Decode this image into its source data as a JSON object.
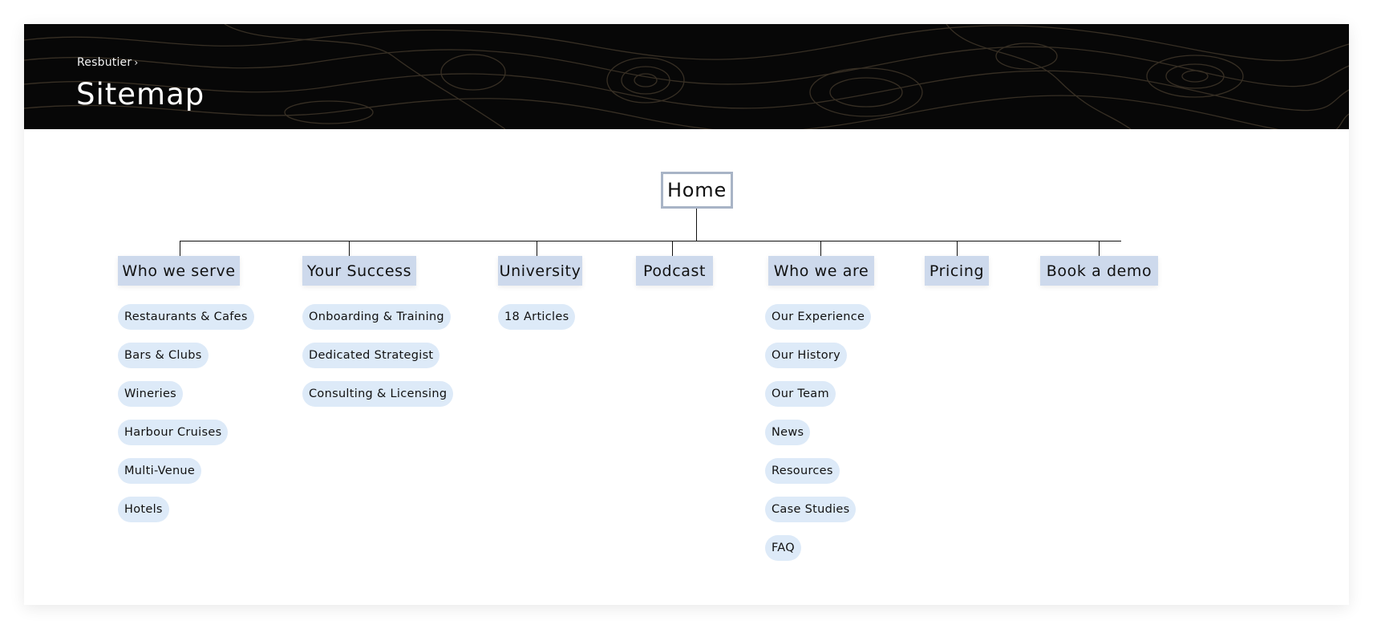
{
  "breadcrumb": {
    "root": "Resbutier",
    "separator": "›"
  },
  "page_title": "Sitemap",
  "root_node": "Home",
  "sections": [
    {
      "label": "Who we serve",
      "children": [
        "Restaurants & Cafes",
        "Bars & Clubs",
        "Wineries",
        "Harbour Cruises",
        "Multi-Venue",
        "Hotels"
      ]
    },
    {
      "label": "Your Success",
      "children": [
        "Onboarding & Training",
        "Dedicated Strategist",
        "Consulting & Licensing"
      ]
    },
    {
      "label": "University",
      "children": [
        "18 Articles"
      ]
    },
    {
      "label": "Podcast",
      "children": []
    },
    {
      "label": "Who we are",
      "children": [
        "Our Experience",
        "Our History",
        "Our Team",
        "News",
        "Resources",
        "Case Studies",
        "FAQ"
      ]
    },
    {
      "label": "Pricing",
      "children": []
    },
    {
      "label": "Book a demo",
      "children": []
    }
  ],
  "colors": {
    "header_bg": "#070707",
    "topo_lines": "#3d3428",
    "section_bg": "#cdd9ec",
    "pill_bg": "#ddeaf8",
    "home_border": "#a8b4c6"
  }
}
